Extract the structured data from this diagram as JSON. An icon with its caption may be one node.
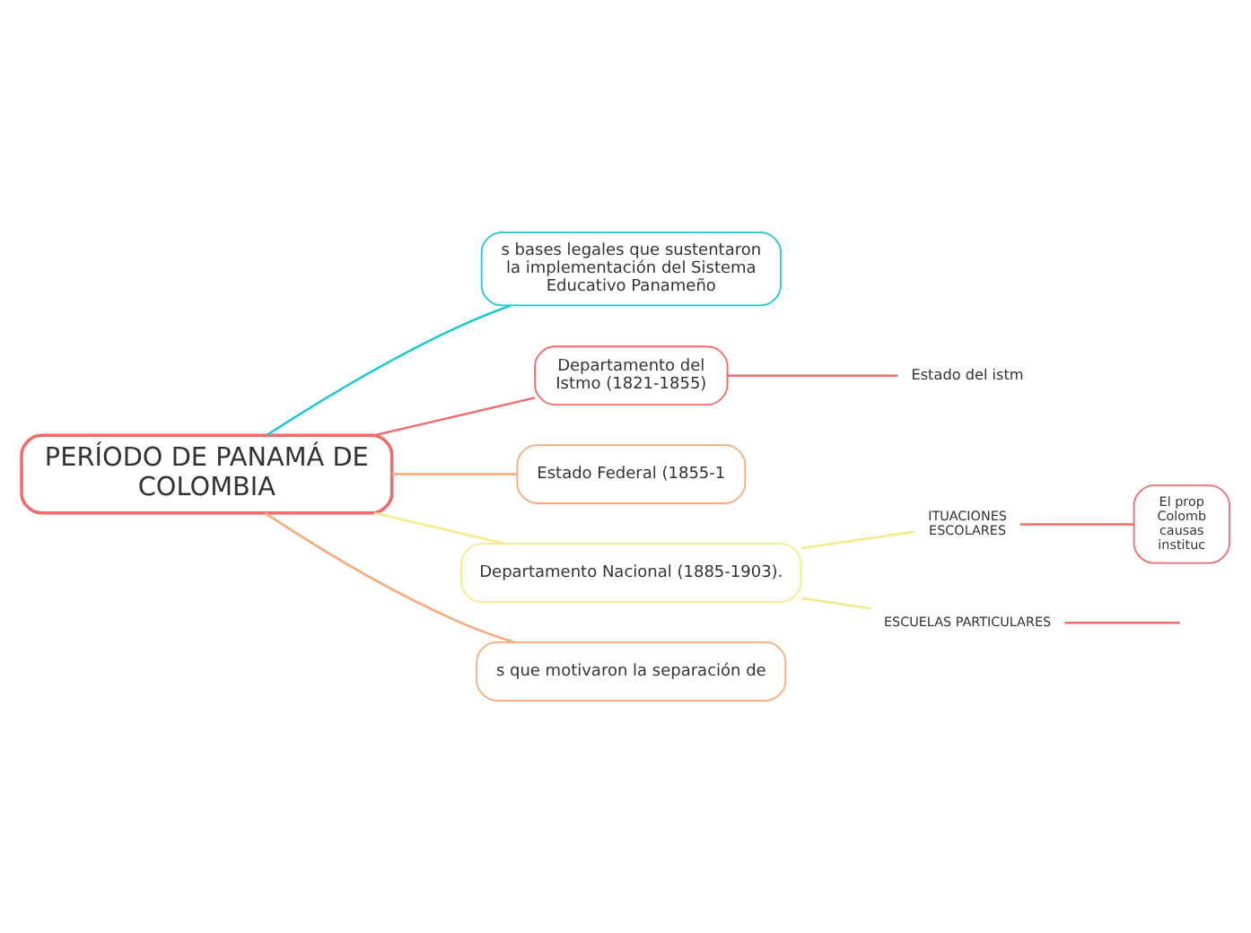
{
  "diagram": {
    "nodes": [
      {
        "text": [
          "PERÍODO DE PANAMÁ DE COLOMBIA"
        ]
      },
      {
        "text": [
          "s bases legales que sustentaron la implementación del Sistema Educativo Panameño"
        ]
      },
      {
        "text": [
          "Departamento del Istmo (1821-1855)"
        ]
      },
      {
        "text": [
          "Estado del istm"
        ]
      },
      {
        "text": [
          "Estado Federal (1855-1"
        ]
      },
      {
        "text": [
          "Departamento Nacional (1885-1903)."
        ]
      },
      {
        "text": [
          "ITUACIONES ESCOLARES"
        ]
      },
      {
        "text": [
          "El prop Colomb causas instituc"
        ]
      },
      {
        "text": [
          "ESCUELAS PARTICULARES"
        ]
      },
      {
        "text": [
          "s que motivaron la separación de"
        ]
      }
    ],
    "edges": [
      {
        "from": 0,
        "to": 1,
        "arrow": "none",
        "color": "#1ec8d2"
      },
      {
        "from": 0,
        "to": 2,
        "arrow": "none",
        "color": "#f26b6b"
      },
      {
        "from": 2,
        "to": 3,
        "arrow": "none",
        "color": "#f26b6b"
      },
      {
        "from": 0,
        "to": 4,
        "arrow": "none",
        "color": "#fba97a"
      },
      {
        "from": 0,
        "to": 5,
        "arrow": "none",
        "color": "#f7ea8a"
      },
      {
        "from": 5,
        "to": 6,
        "arrow": "none",
        "color": "#f7ea8a"
      },
      {
        "from": 6,
        "to": 7,
        "arrow": "none",
        "color": "#f26b6b"
      },
      {
        "from": 5,
        "to": 8,
        "arrow": "none",
        "color": "#f7ea8a"
      },
      {
        "from": 8,
        "to": null,
        "arrow": "none",
        "color": "#f26b6b"
      },
      {
        "from": 0,
        "to": 9,
        "arrow": "none",
        "color": "#fba97a"
      }
    ]
  }
}
